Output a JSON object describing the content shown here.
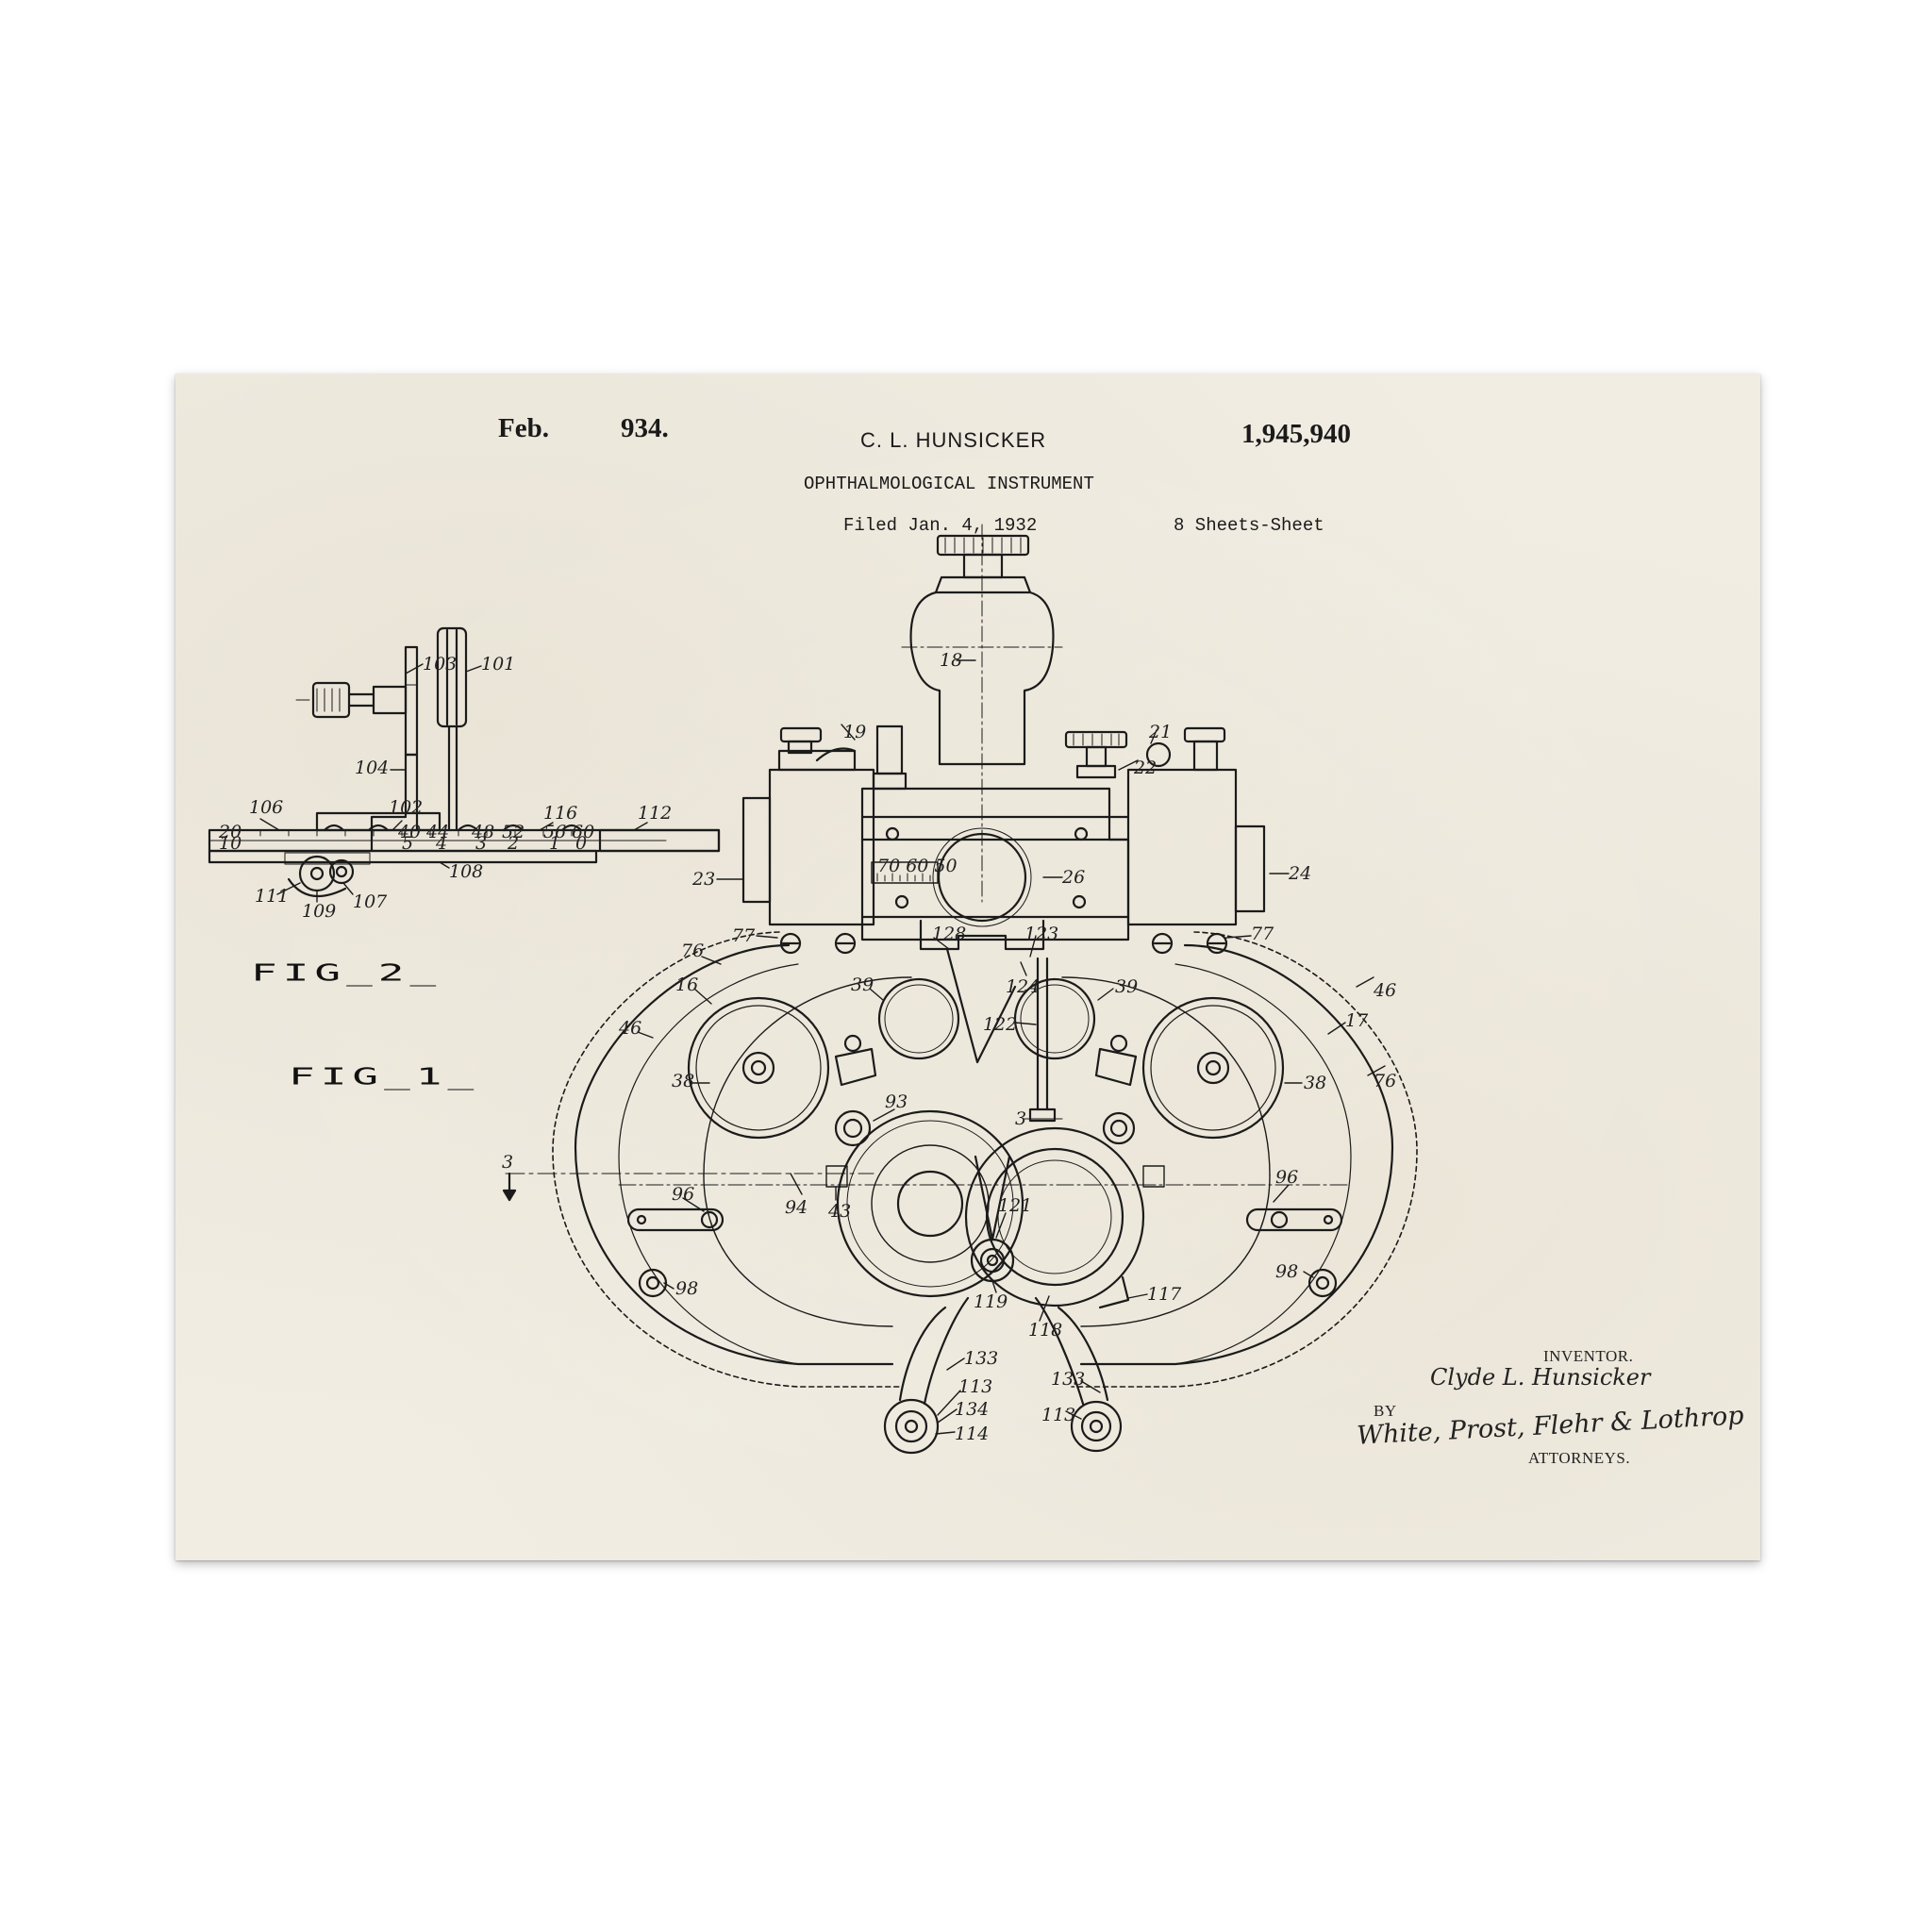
{
  "header": {
    "month": "Feb.",
    "year": "934.",
    "inventor_short": "C. L. HUNSICKER",
    "patent_number": "1,945,940",
    "title": "OPHTHALMOLOGICAL INSTRUMENT",
    "filed": "Filed Jan. 4, 1932",
    "sheets": "8 Sheets-Sheet"
  },
  "figures": {
    "fig2": "FIG_2_",
    "fig1": "FIG_1_"
  },
  "signature": {
    "inventor_label": "INVENTOR.",
    "inventor_name": "Clyde L. Hunsicker",
    "by_label": "BY",
    "attorneys_signature": "White, Prost, Flehr & Lothrop",
    "attorneys_label": "ATTORNEYS."
  },
  "ref_labels": {
    "r18": "18",
    "r19": "19",
    "r22": "22",
    "r21": "21",
    "r23": "23",
    "r24": "24",
    "r26": "26",
    "r77a": "77",
    "r77b": "77",
    "r76a": "76",
    "r76b": "76",
    "r16": "16",
    "r17": "17",
    "r46a": "46",
    "r46b": "46",
    "r38a": "38",
    "r38b": "38",
    "r39a": "39",
    "r39b": "39",
    "r128": "128",
    "r123": "123",
    "r124": "124",
    "r122": "122",
    "r93": "93",
    "r3a": "3",
    "r3b": "3",
    "r94": "94",
    "r43": "43",
    "r96a": "96",
    "r96b": "96",
    "r98a": "98",
    "r98b": "98",
    "r121": "121",
    "r119": "119",
    "r118": "118",
    "r117": "117",
    "r133a": "133",
    "r133b": "133",
    "r113a": "113",
    "r113b": "113",
    "r134": "134",
    "r114": "114",
    "r103": "103",
    "r101": "101",
    "r104": "104",
    "r106": "106",
    "r102": "102",
    "r116": "116",
    "r112": "112",
    "r111": "111",
    "r109": "109",
    "r107": "107",
    "r108": "108"
  },
  "scale_marks": {
    "s20": "20",
    "s40": "40",
    "s44": "44",
    "s48": "48",
    "s52": "52",
    "s56": "56",
    "s60": "60",
    "s10": "10",
    "s5": "5",
    "s4": "4",
    "s3": "3",
    "s2": "2",
    "s1": "1",
    "s0": "0",
    "dial": "70 60 50"
  }
}
